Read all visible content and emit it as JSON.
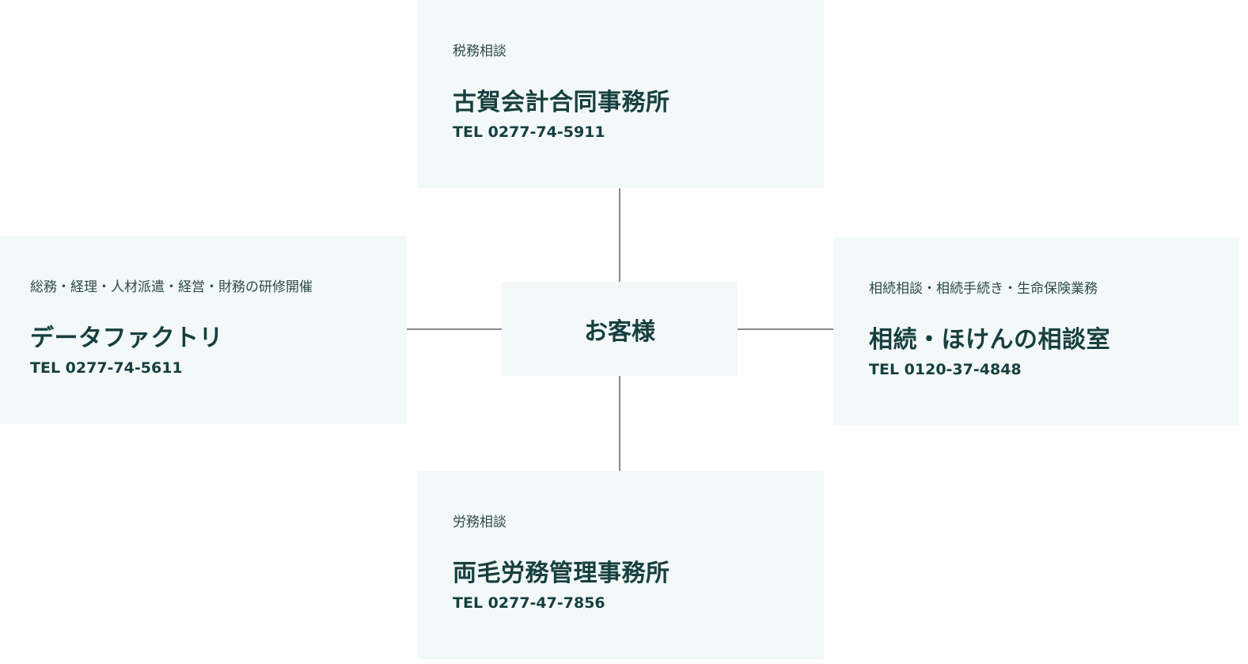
{
  "center": {
    "label": "お客様"
  },
  "nodes": {
    "top": {
      "category": "税務相談",
      "name": "古賀会計合同事務所",
      "tel": "TEL 0277-74-5911"
    },
    "left": {
      "category": "総務・経理・人材派遣・経営・財務の研修開催",
      "name": "データファクトリ",
      "tel": "TEL 0277-74-5611"
    },
    "right": {
      "category": "相続相談・相続手続き・生命保険業務",
      "name": "相続・ほけんの相談室",
      "tel": "TEL 0120-37-4848"
    },
    "bottom": {
      "category": "労務相談",
      "name": "両毛労務管理事務所",
      "tel": "TEL 0277-47-7856"
    }
  },
  "colors": {
    "box_bg": "#f3f8f8",
    "text": "#173f3f",
    "connector": "#8a8a8a"
  }
}
